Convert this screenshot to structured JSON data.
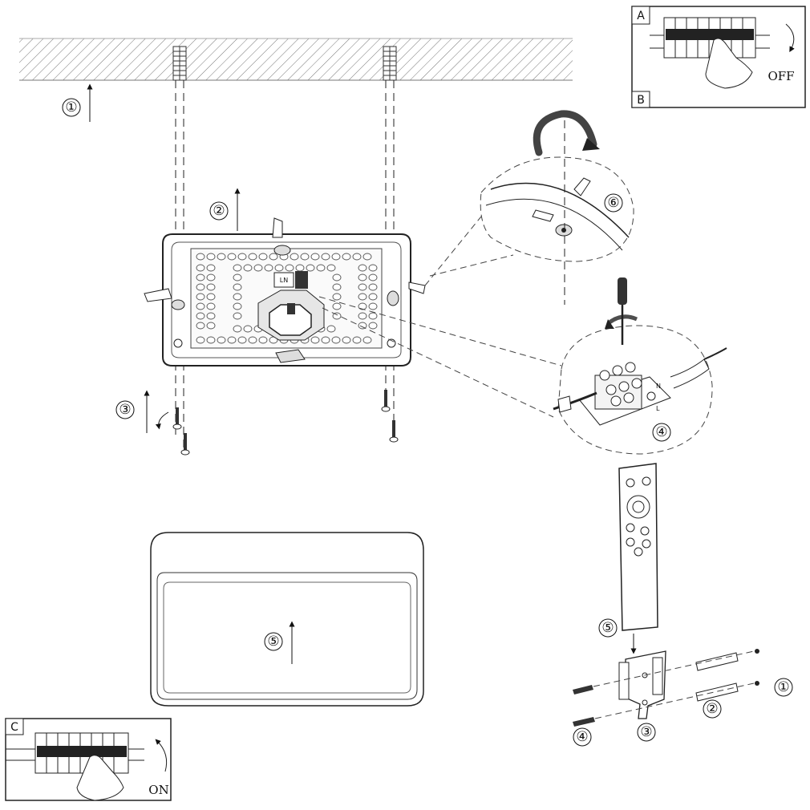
{
  "panels": {
    "a_label": "A",
    "b_label": "B",
    "off_label": "OFF",
    "c_label": "C",
    "on_label": "ON"
  },
  "steps": {
    "ceiling_up": "①",
    "plate_up": "②",
    "screw_in": "③",
    "terminal": "④",
    "cover_up": "⑤",
    "twist": "⑥"
  },
  "holder_steps": {
    "plugs": "①",
    "plugs_hammer": "②",
    "holder": "③",
    "screws": "④",
    "remote_insert": "⑤"
  },
  "terminal_markings": [
    "N",
    "L"
  ],
  "module_marking": "LN"
}
